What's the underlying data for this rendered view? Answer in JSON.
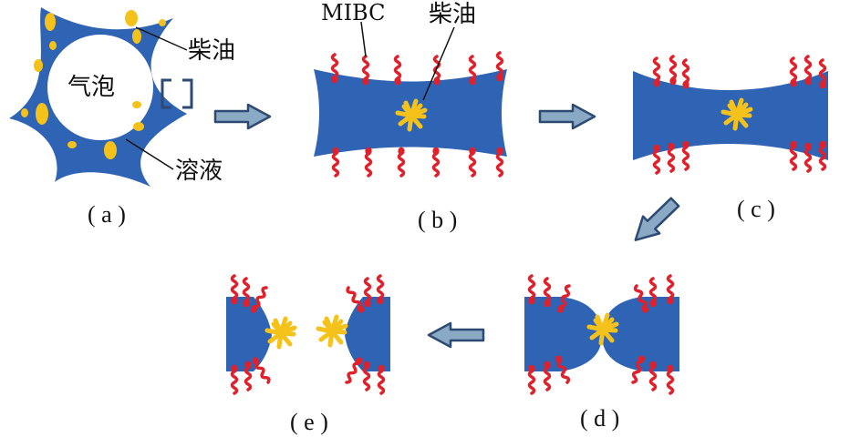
{
  "colors": {
    "liquid": "#2f63b4",
    "bubble": "#ffffff",
    "oil": "#f5c21b",
    "mibc": "#e0202a",
    "arrow_fill": "#8aa9c4",
    "arrow_stroke": "#2d4a73"
  },
  "annotations": {
    "bubble": "气泡",
    "diesel_a": "柴油",
    "solution": "溶液",
    "mibc": "MIBC",
    "diesel_b": "柴油"
  },
  "panels": [
    {
      "id": "a",
      "label": "( a )"
    },
    {
      "id": "b",
      "label": "( b )"
    },
    {
      "id": "c",
      "label": "( c )"
    },
    {
      "id": "d",
      "label": "( d )"
    },
    {
      "id": "e",
      "label": "( e )"
    }
  ]
}
